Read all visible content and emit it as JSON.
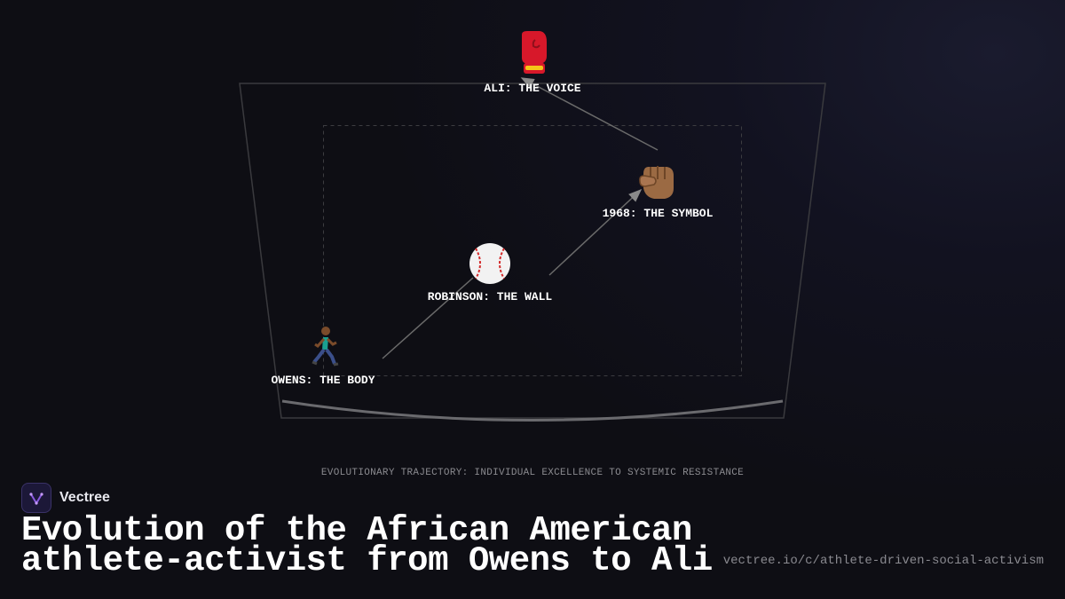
{
  "diagram": {
    "nodes": [
      {
        "id": "ali",
        "label": "ALI: THE VOICE",
        "icon": "boxing-glove-icon"
      },
      {
        "id": "1968",
        "label": "1968: THE SYMBOL",
        "icon": "raised-fist-icon"
      },
      {
        "id": "robinson",
        "label": "ROBINSON: THE WALL",
        "icon": "baseball-icon"
      },
      {
        "id": "owens",
        "label": "OWENS: THE BODY",
        "icon": "runner-icon"
      }
    ],
    "caption": "EVOLUTIONARY TRAJECTORY: INDIVIDUAL EXCELLENCE TO SYSTEMIC RESISTANCE"
  },
  "footer": {
    "brand": "Vectree",
    "title_line1": "Evolution of the African American",
    "title_line2": "athlete-activist from Owens to Ali",
    "url": "vectree.io/c/athlete-driven-social-activism"
  },
  "colors": {
    "accent": "#7b5cd6",
    "line": "#8a8a8a",
    "frame": "#3a3a3e"
  }
}
